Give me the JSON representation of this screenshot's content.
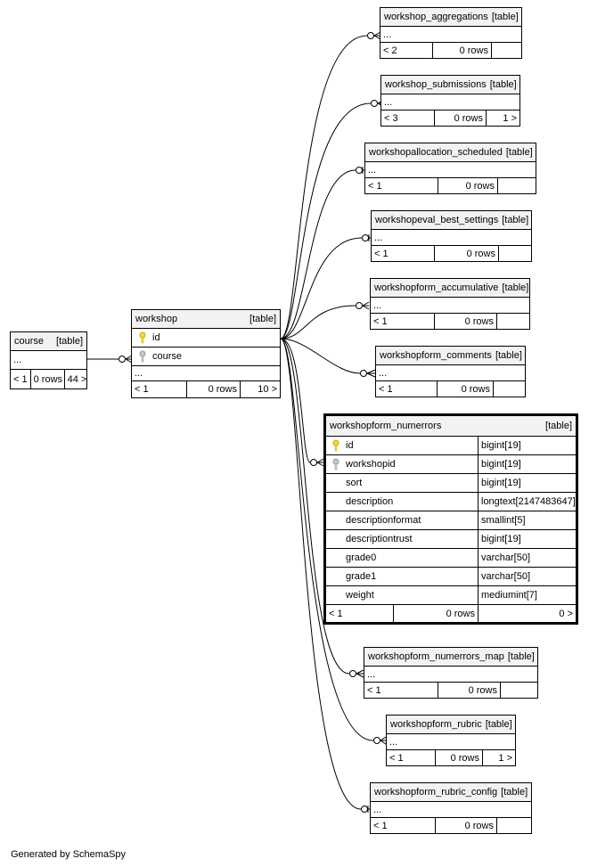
{
  "tables": {
    "course": {
      "name": "course",
      "tag": "[table]",
      "ellipsis": "...",
      "foot": [
        "< 1",
        "0 rows",
        "44 >"
      ]
    },
    "workshop": {
      "name": "workshop",
      "tag": "[table]",
      "columns": [
        "id",
        "course"
      ],
      "ellipsis": "...",
      "foot": [
        "< 1",
        "0 rows",
        "10 >"
      ]
    },
    "workshop_aggregations": {
      "name": "workshop_aggregations",
      "tag": "[table]",
      "ellipsis": "...",
      "foot": [
        "< 2",
        "0 rows",
        ""
      ]
    },
    "workshop_submissions": {
      "name": "workshop_submissions",
      "tag": "[table]",
      "ellipsis": "...",
      "foot": [
        "< 3",
        "0 rows",
        "1 >"
      ]
    },
    "workshopallocation_scheduled": {
      "name": "workshopallocation_scheduled",
      "tag": "[table]",
      "ellipsis": "...",
      "foot": [
        "< 1",
        "0 rows",
        ""
      ]
    },
    "workshopeval_best_settings": {
      "name": "workshopeval_best_settings",
      "tag": "[table]",
      "ellipsis": "...",
      "foot": [
        "< 1",
        "0 rows",
        ""
      ]
    },
    "workshopform_accumulative": {
      "name": "workshopform_accumulative",
      "tag": "[table]",
      "ellipsis": "...",
      "foot": [
        "< 1",
        "0 rows",
        ""
      ]
    },
    "workshopform_comments": {
      "name": "workshopform_comments",
      "tag": "[table]",
      "ellipsis": "...",
      "foot": [
        "< 1",
        "0 rows",
        ""
      ]
    },
    "workshopform_numerrors": {
      "name": "workshopform_numerrors",
      "tag": "[table]",
      "columns": [
        {
          "name": "id",
          "type": "bigint[19]"
        },
        {
          "name": "workshopid",
          "type": "bigint[19]"
        },
        {
          "name": "sort",
          "type": "bigint[19]"
        },
        {
          "name": "description",
          "type": "longtext[2147483647]"
        },
        {
          "name": "descriptionformat",
          "type": "smallint[5]"
        },
        {
          "name": "descriptiontrust",
          "type": "bigint[19]"
        },
        {
          "name": "grade0",
          "type": "varchar[50]"
        },
        {
          "name": "grade1",
          "type": "varchar[50]"
        },
        {
          "name": "weight",
          "type": "mediumint[7]"
        }
      ],
      "foot": [
        "< 1",
        "0 rows",
        "0 >"
      ]
    },
    "workshopform_numerrors_map": {
      "name": "workshopform_numerrors_map",
      "tag": "[table]",
      "ellipsis": "...",
      "foot": [
        "< 1",
        "0 rows",
        ""
      ]
    },
    "workshopform_rubric": {
      "name": "workshopform_rubric",
      "tag": "[table]",
      "ellipsis": "...",
      "foot": [
        "< 1",
        "0 rows",
        "1 >"
      ]
    },
    "workshopform_rubric_config": {
      "name": "workshopform_rubric_config",
      "tag": "[table]",
      "ellipsis": "...",
      "foot": [
        "< 1",
        "0 rows",
        ""
      ]
    }
  },
  "colors": {
    "primary_key": "#f5dc3c",
    "foreign_key": "#c8c8c8",
    "header_bg": "#f2f2f2",
    "line": "#000000"
  },
  "icons": {
    "primary_key": "key-icon",
    "foreign_key": "foreign-key-icon"
  },
  "footer": "Generated by SchemaSpy"
}
